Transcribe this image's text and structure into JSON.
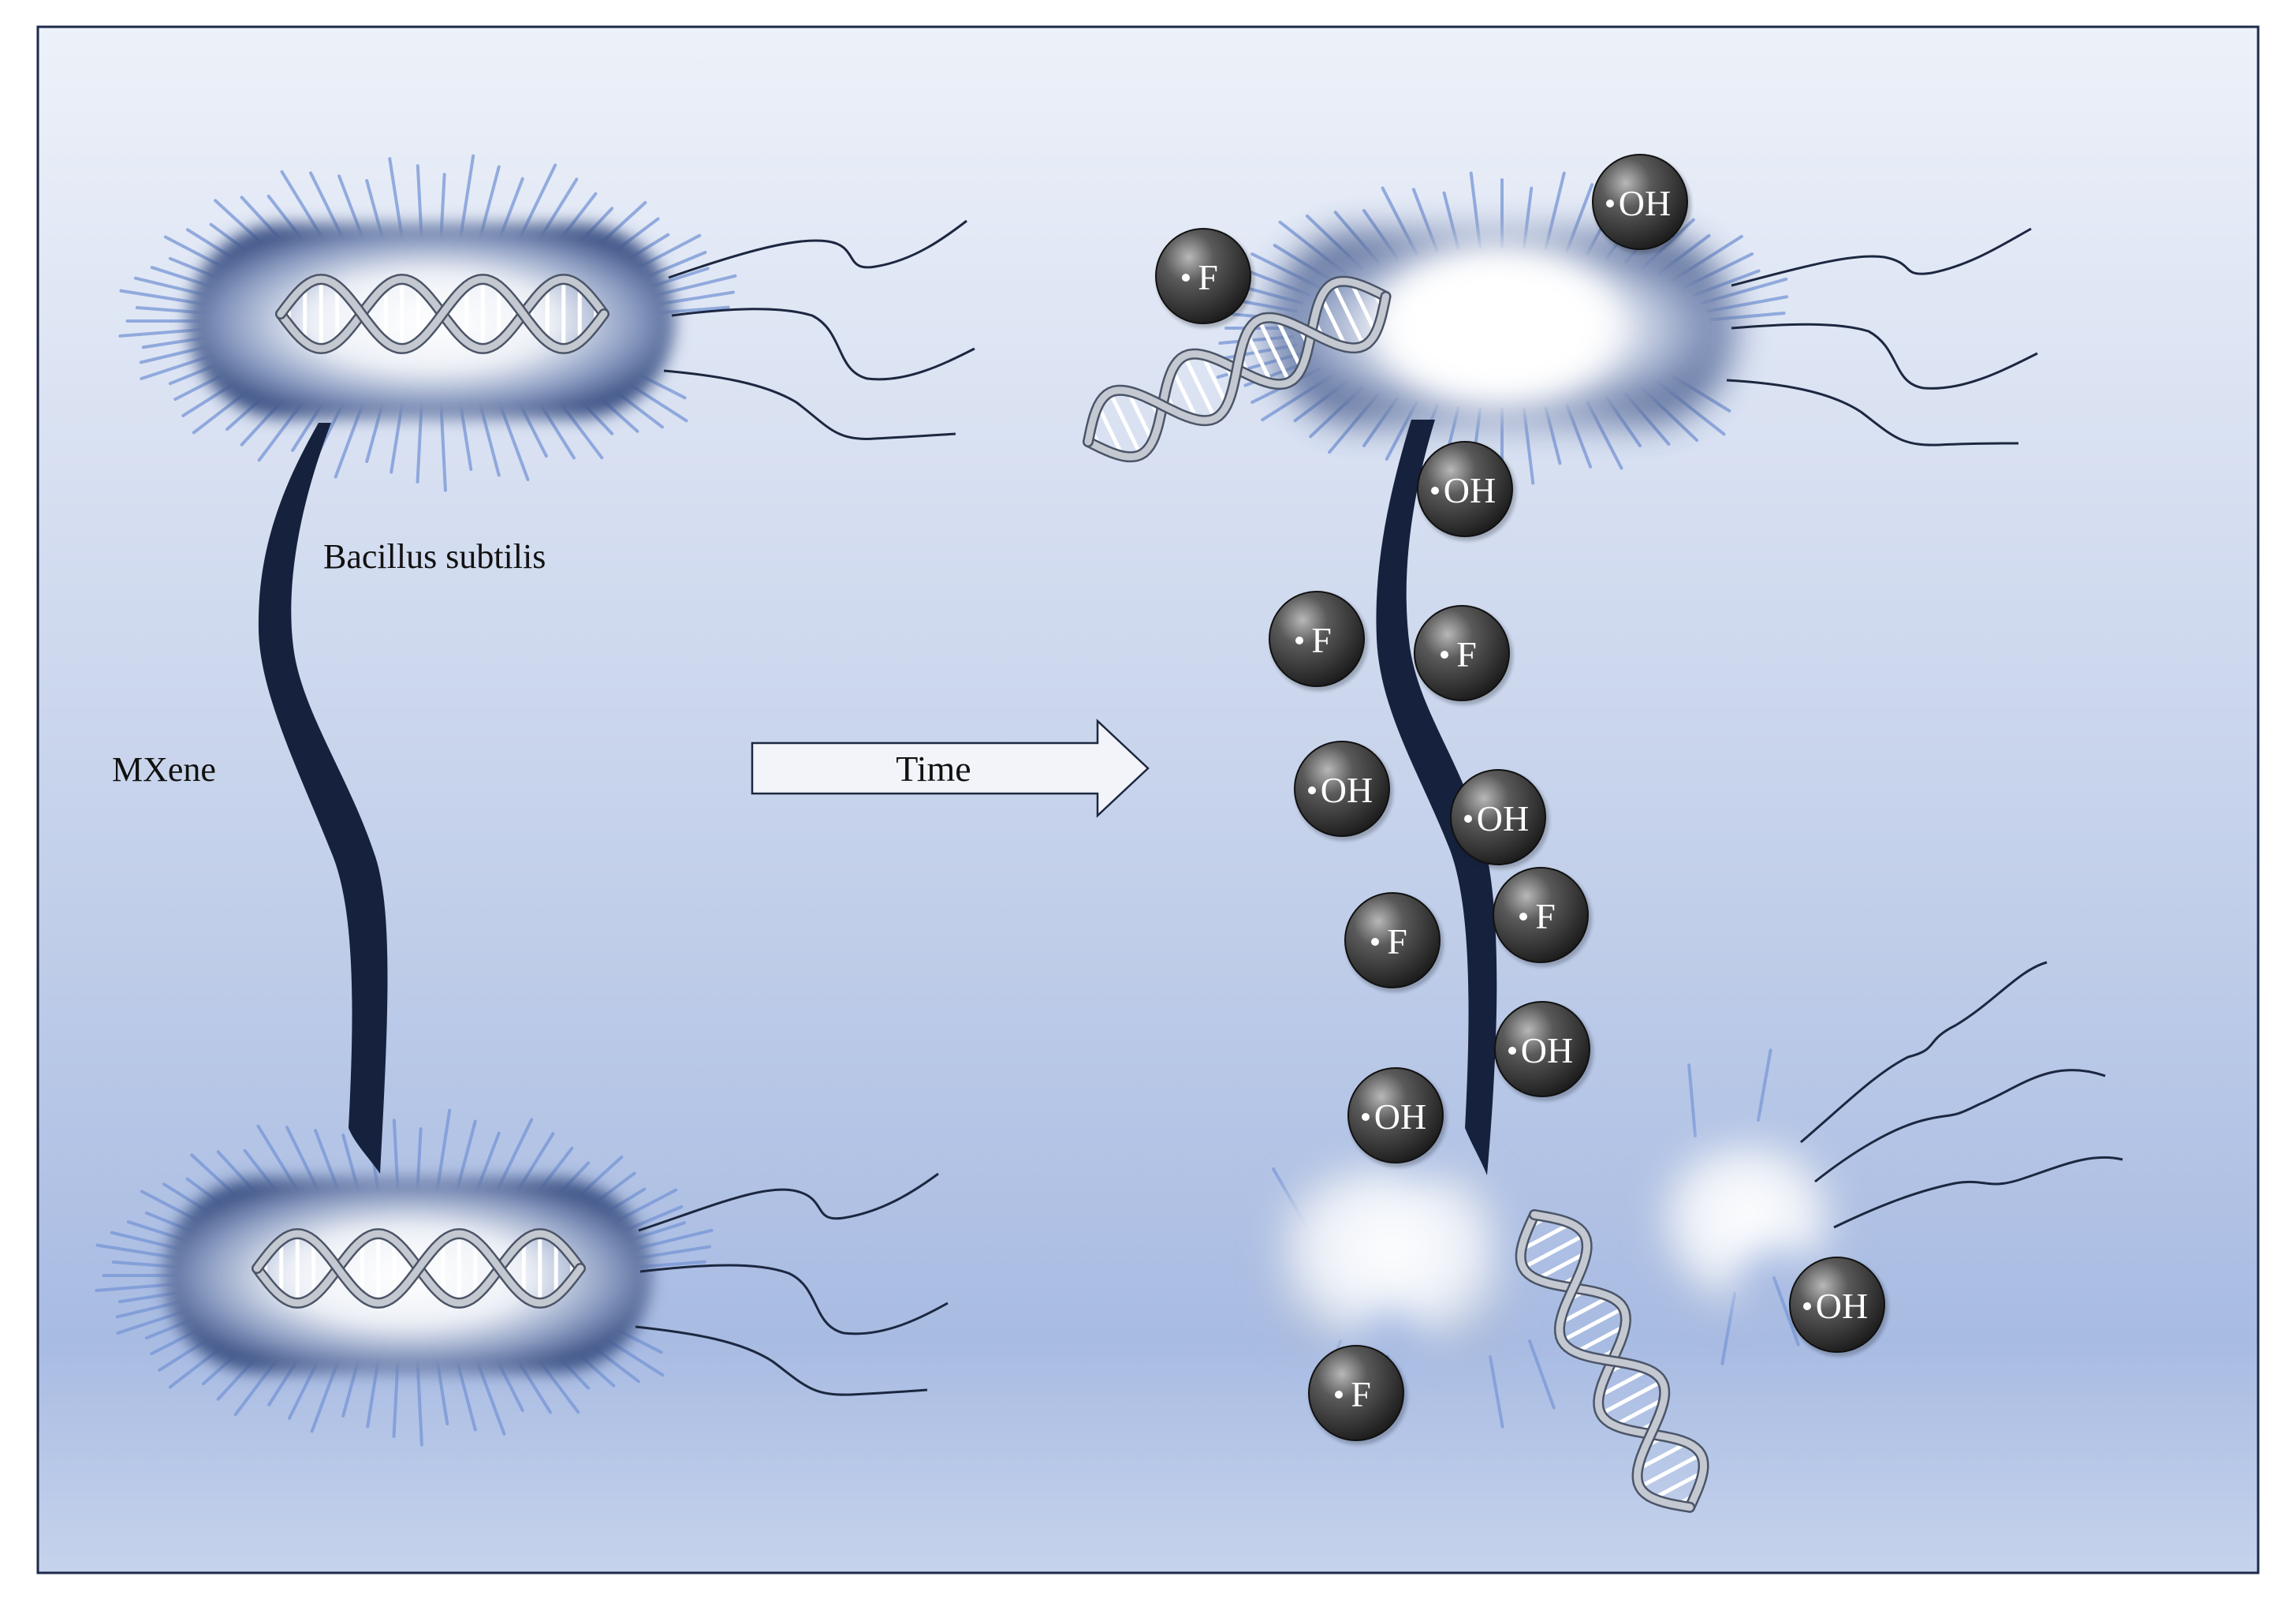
{
  "labels": {
    "bacterium": "Bacillus subtilis",
    "material": "MXene",
    "arrow": "Time"
  },
  "radicals": [
    "F",
    "OH",
    "OH",
    "F",
    "F",
    "OH",
    "OH",
    "F",
    "F",
    "OH",
    "OH",
    "F",
    "OH"
  ],
  "colors": {
    "background_top": "#e9eef8",
    "background_bottom": "#a9bde3",
    "mxene_sheet": "#16223d",
    "cell_rim": "#3b5184",
    "pili": "#6f8fd2",
    "radical_sphere": "#2b2b2b",
    "flagellum": "#1c2740"
  }
}
